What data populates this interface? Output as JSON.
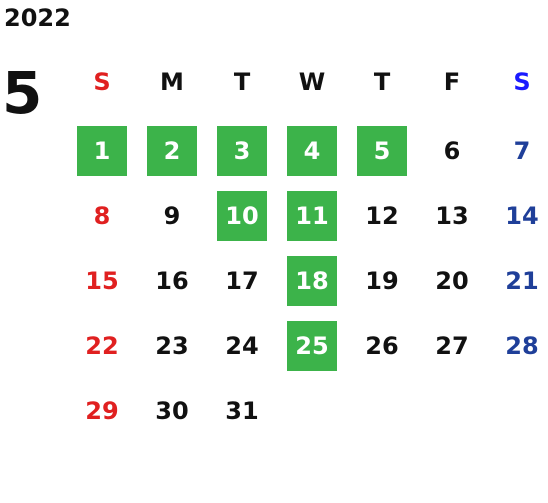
{
  "calendar": {
    "year": "2022",
    "month": "5",
    "weekdays": [
      "S",
      "M",
      "T",
      "W",
      "T",
      "F",
      "S"
    ],
    "colors": {
      "sunday": "#e02020",
      "saturday": "#1f3f99",
      "weekday": "#111111",
      "highlight_bg": "#3cb34a",
      "highlight_text": "#ffffff"
    },
    "weeks": [
      [
        {
          "day": "1",
          "hl": true
        },
        {
          "day": "2",
          "hl": true
        },
        {
          "day": "3",
          "hl": true
        },
        {
          "day": "4",
          "hl": true
        },
        {
          "day": "5",
          "hl": true
        },
        {
          "day": "6",
          "hl": false
        },
        {
          "day": "7",
          "hl": false
        }
      ],
      [
        {
          "day": "8",
          "hl": false
        },
        {
          "day": "9",
          "hl": false
        },
        {
          "day": "10",
          "hl": true
        },
        {
          "day": "11",
          "hl": true
        },
        {
          "day": "12",
          "hl": false
        },
        {
          "day": "13",
          "hl": false
        },
        {
          "day": "14",
          "hl": false
        }
      ],
      [
        {
          "day": "15",
          "hl": false
        },
        {
          "day": "16",
          "hl": false
        },
        {
          "day": "17",
          "hl": false
        },
        {
          "day": "18",
          "hl": true
        },
        {
          "day": "19",
          "hl": false
        },
        {
          "day": "20",
          "hl": false
        },
        {
          "day": "21",
          "hl": false
        }
      ],
      [
        {
          "day": "22",
          "hl": false
        },
        {
          "day": "23",
          "hl": false
        },
        {
          "day": "24",
          "hl": false
        },
        {
          "day": "25",
          "hl": true
        },
        {
          "day": "26",
          "hl": false
        },
        {
          "day": "27",
          "hl": false
        },
        {
          "day": "28",
          "hl": false
        }
      ],
      [
        {
          "day": "29",
          "hl": false
        },
        {
          "day": "30",
          "hl": false
        },
        {
          "day": "31",
          "hl": false
        }
      ]
    ]
  }
}
